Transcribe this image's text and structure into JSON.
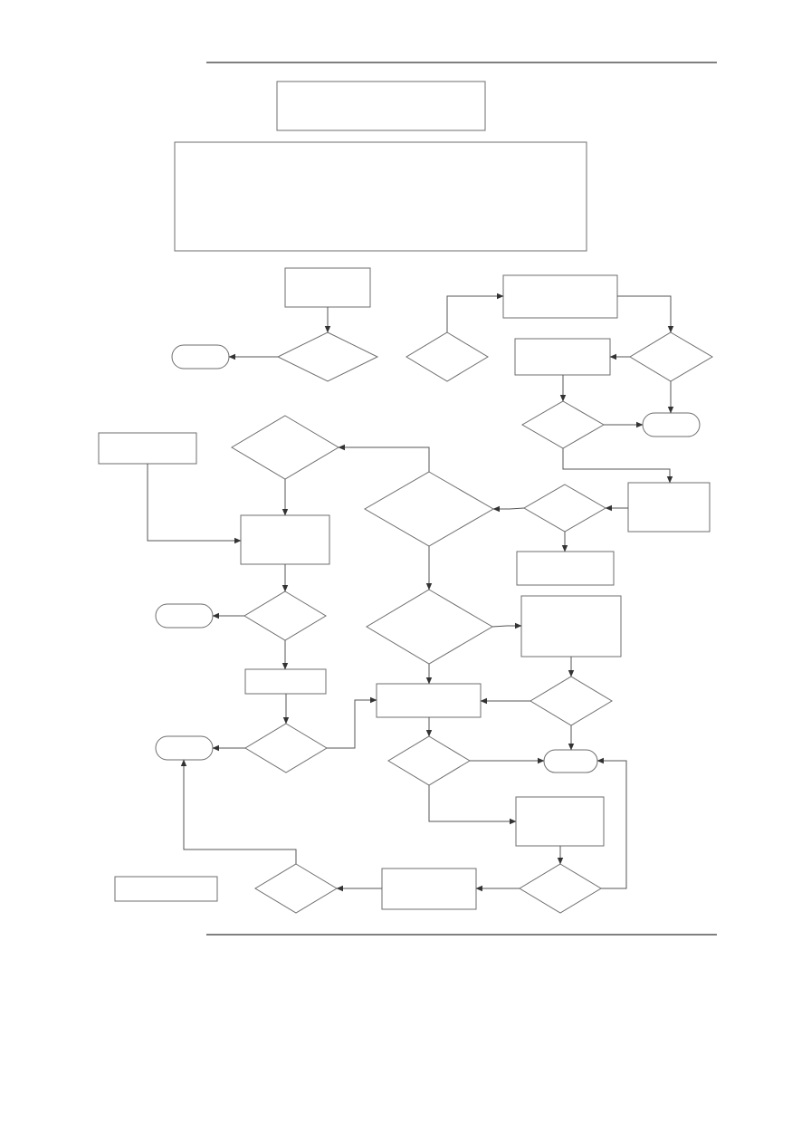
{
  "diagram": {
    "type": "flowchart",
    "colors": {
      "stroke": "#6e6e6e",
      "edge": "#555555",
      "rule": "#333333",
      "background": "#ffffff"
    },
    "node_count": 32,
    "edge_count": 34,
    "labels": []
  }
}
